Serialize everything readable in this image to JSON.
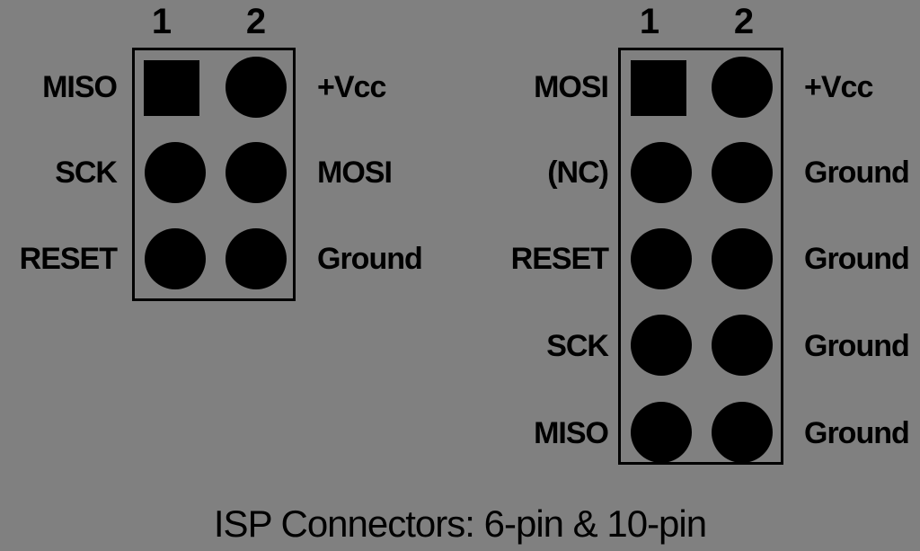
{
  "caption": "ISP Connectors: 6-pin & 10-pin",
  "colors": {
    "background": "#808080",
    "ink": "#000000"
  },
  "connectors": [
    {
      "id": "six-pin",
      "column_labels": [
        "1",
        "2"
      ],
      "rows": [
        {
          "left": "MISO",
          "right": "+Vcc",
          "pin1_shape": "square"
        },
        {
          "left": "SCK",
          "right": "MOSI",
          "pin1_shape": "round"
        },
        {
          "left": "RESET",
          "right": "Ground",
          "pin1_shape": "round"
        }
      ]
    },
    {
      "id": "ten-pin",
      "column_labels": [
        "1",
        "2"
      ],
      "rows": [
        {
          "left": "MOSI",
          "right": "+Vcc",
          "pin1_shape": "square"
        },
        {
          "left": "(NC)",
          "right": "Ground",
          "pin1_shape": "round"
        },
        {
          "left": "RESET",
          "right": "Ground",
          "pin1_shape": "round"
        },
        {
          "left": "SCK",
          "right": "Ground",
          "pin1_shape": "round"
        },
        {
          "left": "MISO",
          "right": "Ground",
          "pin1_shape": "round"
        }
      ]
    }
  ]
}
